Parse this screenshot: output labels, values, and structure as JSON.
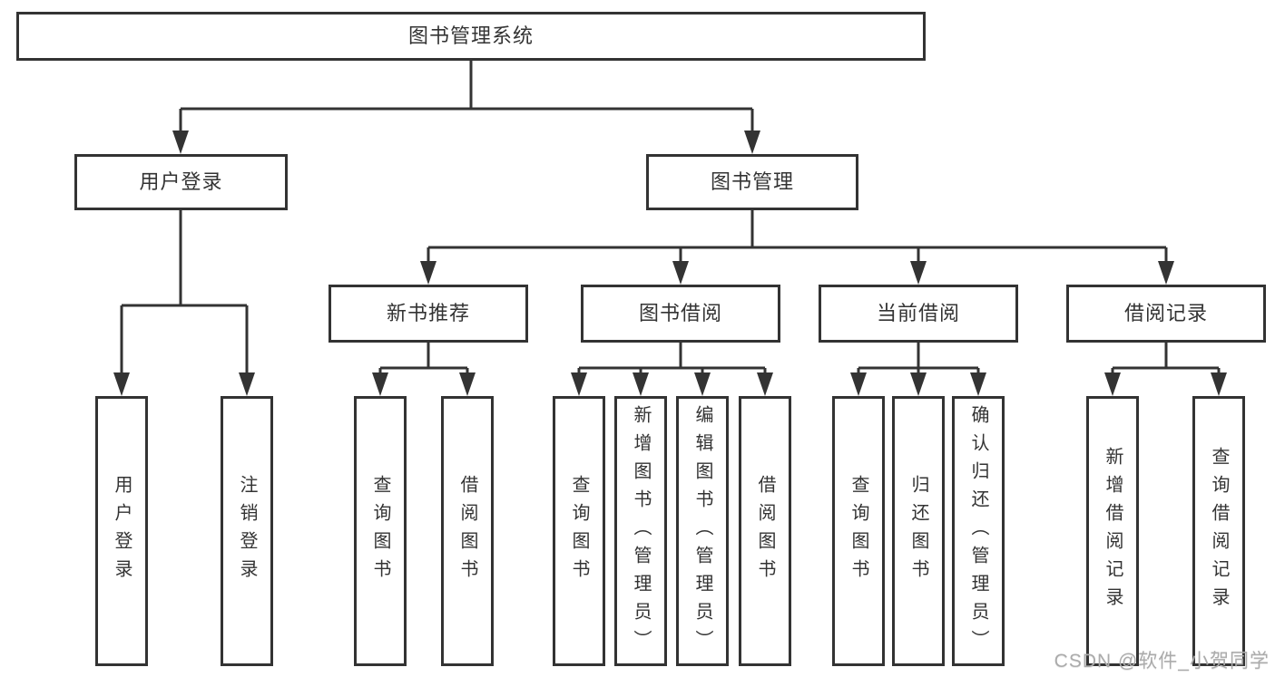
{
  "diagram": {
    "title": "图书管理系统",
    "tree": {
      "root": {
        "label": "图书管理系统"
      },
      "level2": [
        {
          "label": "用户登录",
          "leaves": [
            {
              "label": "用户登录"
            },
            {
              "label": "注销登录"
            }
          ]
        },
        {
          "label": "图书管理",
          "groups": [
            {
              "label": "新书推荐",
              "leaves": [
                {
                  "label": "查询图书"
                },
                {
                  "label": "借阅图书"
                }
              ]
            },
            {
              "label": "图书借阅",
              "leaves": [
                {
                  "label": "查询图书"
                },
                {
                  "label": "新增图书（管理员）"
                },
                {
                  "label": "编辑图书（管理员）"
                },
                {
                  "label": "借阅图书"
                }
              ]
            },
            {
              "label": "当前借阅",
              "leaves": [
                {
                  "label": "查询图书"
                },
                {
                  "label": "归还图书"
                },
                {
                  "label": "确认归还（管理员）"
                }
              ]
            },
            {
              "label": "借阅记录",
              "leaves": [
                {
                  "label": "新增借阅记录"
                },
                {
                  "label": "查询借阅记录"
                }
              ]
            }
          ]
        }
      ]
    },
    "colors": {
      "line": "#333333",
      "box_border": "#333333",
      "text": "#333333",
      "background": "#ffffff",
      "watermark": "#ababab"
    },
    "watermark": {
      "text": "CSDN @软件_小贺同学"
    }
  }
}
